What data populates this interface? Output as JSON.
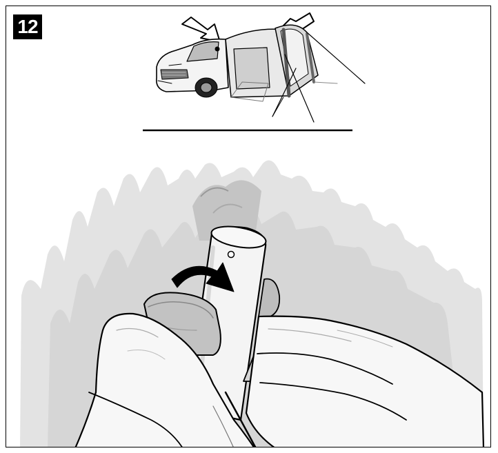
{
  "step": {
    "number": "12"
  },
  "colors": {
    "frame": "#000000",
    "badge_bg": "#000000",
    "badge_text": "#ffffff",
    "grass": "#e3e3e3",
    "grass_dark": "#d0d0d0",
    "pole": "#f4f4f4",
    "knob": "#bdbdbd",
    "hand": "#f7f7f7"
  },
  "icons": [
    "van-with-awning-illustration",
    "curved-arrow-icon",
    "hand-illustration",
    "pole-clamp-illustration"
  ]
}
